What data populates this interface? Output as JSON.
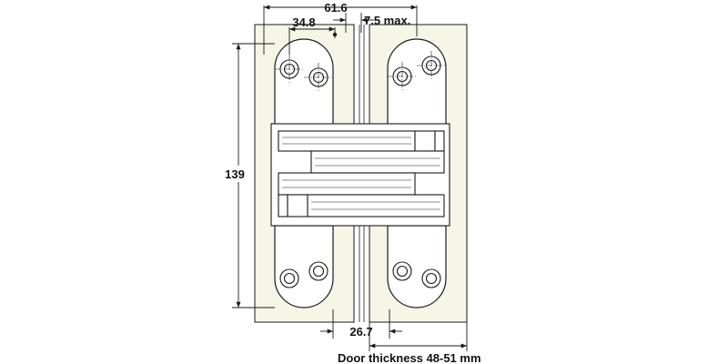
{
  "colors": {
    "background": "#ffffff",
    "panel_fill": "#f5f6e6",
    "hinge_fill": "#ffffff",
    "line": "#1a1a1a"
  },
  "dimensions": {
    "overall_width": "61.6",
    "screw_offset": "34.8",
    "max_gap": "7.5 max.",
    "height": "139",
    "body_width": "26.7",
    "door_thickness": "Door thickness 48-51 mm"
  },
  "icons": {
    "screw_hole": "screw-hole-icon",
    "dimension_arrow": "arrow-icon"
  }
}
